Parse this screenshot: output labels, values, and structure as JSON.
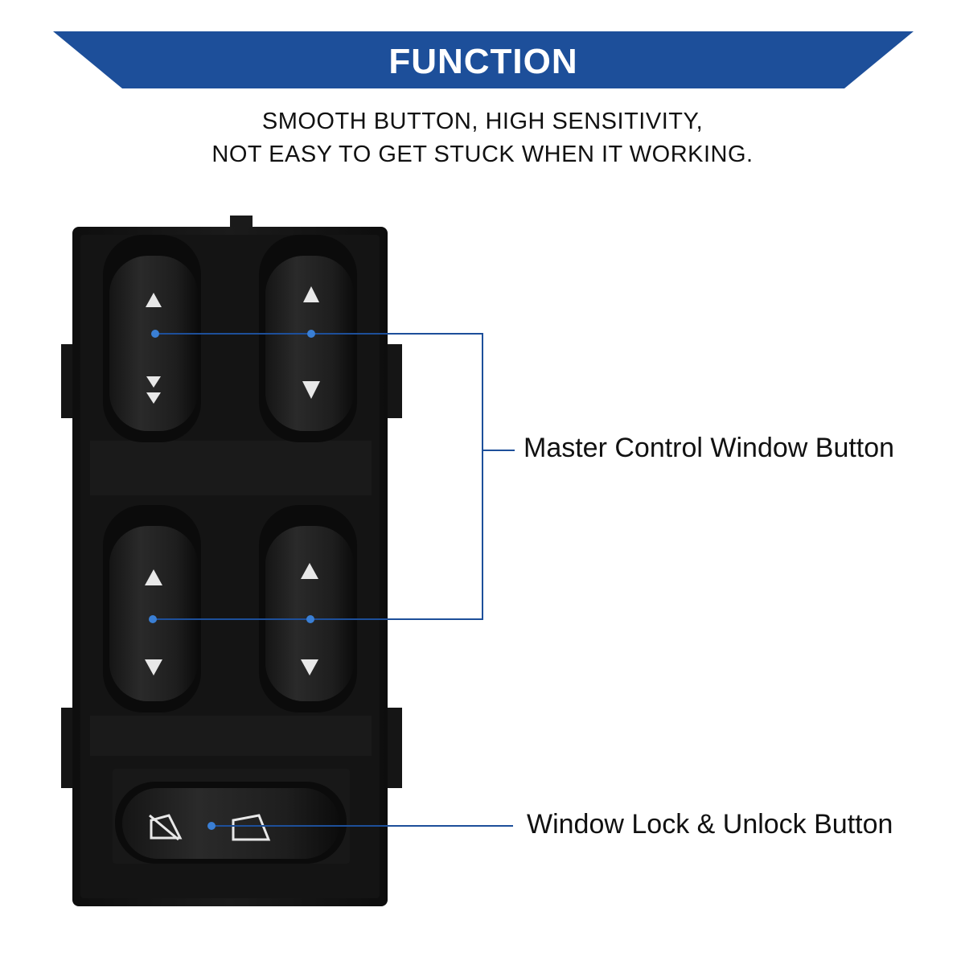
{
  "header": {
    "title": "FUNCTION",
    "banner_color": "#1d4f9a"
  },
  "description": {
    "line1": "SMOOTH BUTTON, HIGH SENSITIVITY,",
    "line2": "NOT EASY TO GET STUCK WHEN IT WORKING."
  },
  "callouts": {
    "master_label": "Master Control Window Button",
    "lock_label": "Window Lock & Unlock Button",
    "line_color": "#1d4f9a"
  },
  "icons": [
    "up-arrow-icon",
    "down-arrow-icon",
    "double-down-arrow-icon",
    "lock-window-icon",
    "unlock-window-icon"
  ]
}
